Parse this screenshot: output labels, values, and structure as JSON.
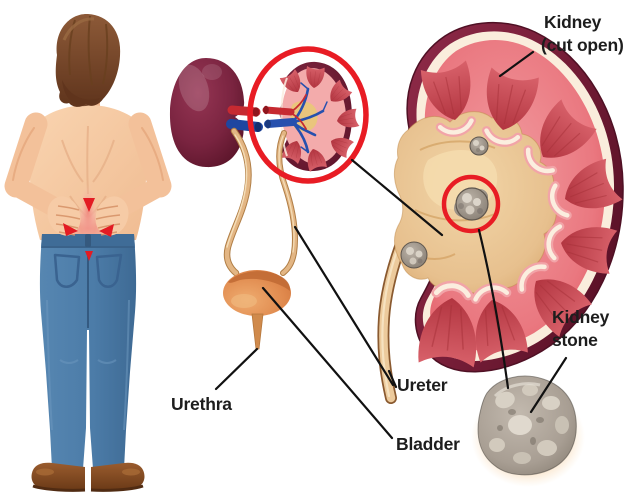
{
  "labels": {
    "kidney_cut_open_line1": "Kidney",
    "kidney_cut_open_line2": "(cut open)",
    "kidney_stone_line1": "Kidney",
    "kidney_stone_line2": "stone",
    "ureter": "Ureter",
    "bladder": "Bladder",
    "urethra": "Urethra"
  },
  "colors": {
    "background": "#FFFFFF",
    "label_text": "#1D1D1D",
    "pointer_line": "#111111",
    "highlight_circle_red": "#E81C24",
    "pain_arrow_red": "#E31B23",
    "skin": "#F5C9A4",
    "hair_brown": "#7C4C2E",
    "jeans_blue": "#4C7CA8",
    "shoe_brown": "#8A5129",
    "kidney_dark_maroon": "#6E1B32",
    "kidney_cortex_red": "#E4626A",
    "renal_pelvis_tan": "#E7C08E",
    "artery_red": "#C62A31",
    "vein_blue": "#1E46A0",
    "bladder_orange": "#DF8A4E",
    "stone_gray": "#A89E93"
  },
  "figures": {
    "person": "man holding painful lower back (rear view)",
    "urinary_system": "kidneys, ureters, bladder and urethra",
    "magnified_kidney": "kidney cut open with stones",
    "stone_closeup": "enlarged kidney stone"
  }
}
